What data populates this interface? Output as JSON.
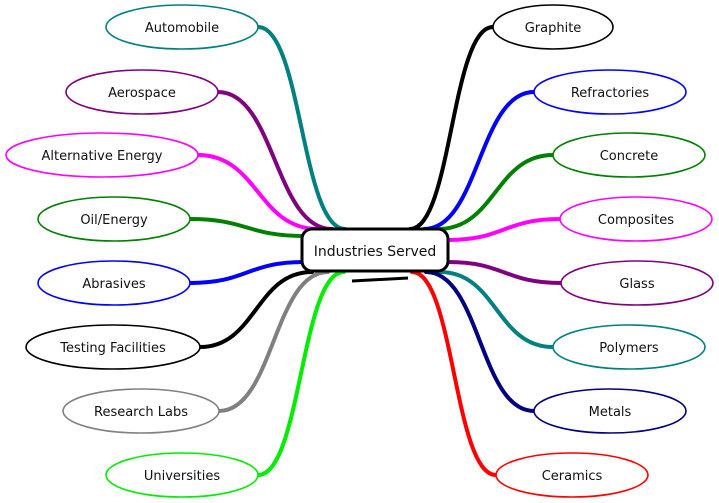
{
  "diagram": {
    "type": "mind-map",
    "center": {
      "label": "Industries Served"
    },
    "left_branches": [
      {
        "label": "Automobile",
        "color": "#008080"
      },
      {
        "label": "Aerospace",
        "color": "#800080"
      },
      {
        "label": "Alternative Energy",
        "color": "#ff00ff"
      },
      {
        "label": "Oil/Energy",
        "color": "#008000"
      },
      {
        "label": "Abrasives",
        "color": "#0000ff"
      },
      {
        "label": "Testing Facilities",
        "color": "#000000"
      },
      {
        "label": "Research Labs",
        "color": "#808080"
      },
      {
        "label": "Universities",
        "color": "#00ee00"
      }
    ],
    "right_branches": [
      {
        "label": "Graphite",
        "color": "#000000"
      },
      {
        "label": "Refractories",
        "color": "#0000ff"
      },
      {
        "label": "Concrete",
        "color": "#008000"
      },
      {
        "label": "Composites",
        "color": "#ff00ff"
      },
      {
        "label": "Glass",
        "color": "#800080"
      },
      {
        "label": "Polymers",
        "color": "#008080"
      },
      {
        "label": "Metals",
        "color": "#000080"
      },
      {
        "label": "Ceramics",
        "color": "#ff0000"
      }
    ]
  }
}
